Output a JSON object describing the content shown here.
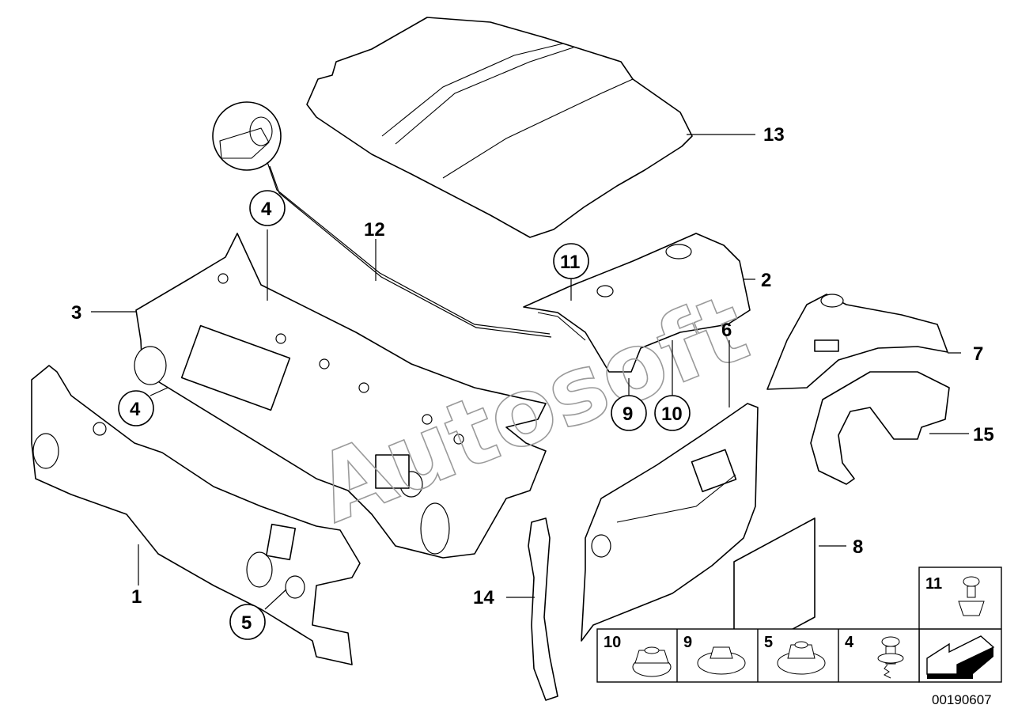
{
  "diagram": {
    "figure_number": "00190607",
    "watermark": "Autosoft",
    "callouts": [
      {
        "id": "c13",
        "label": "13"
      },
      {
        "id": "c12",
        "label": "12"
      },
      {
        "id": "c4a",
        "label": "4"
      },
      {
        "id": "c3",
        "label": "3"
      },
      {
        "id": "c4b",
        "label": "4"
      },
      {
        "id": "c11",
        "label": "11"
      },
      {
        "id": "c2",
        "label": "2"
      },
      {
        "id": "c9",
        "label": "9"
      },
      {
        "id": "c10",
        "label": "10"
      },
      {
        "id": "c7",
        "label": "7"
      },
      {
        "id": "c6",
        "label": "6"
      },
      {
        "id": "c15",
        "label": "15"
      },
      {
        "id": "c1",
        "label": "1"
      },
      {
        "id": "c5",
        "label": "5"
      },
      {
        "id": "c14",
        "label": "14"
      },
      {
        "id": "c8",
        "label": "8"
      }
    ],
    "hardware_legend": [
      {
        "label": "11",
        "icon": "clip-rivet-icon"
      },
      {
        "label": "10",
        "icon": "flange-nut-icon"
      },
      {
        "label": "9",
        "icon": "washer-nut-icon"
      },
      {
        "label": "5",
        "icon": "spring-nut-icon"
      },
      {
        "label": "4",
        "icon": "expanding-rivet-icon"
      },
      {
        "label": "",
        "icon": "direction-arrow-icon"
      }
    ]
  }
}
